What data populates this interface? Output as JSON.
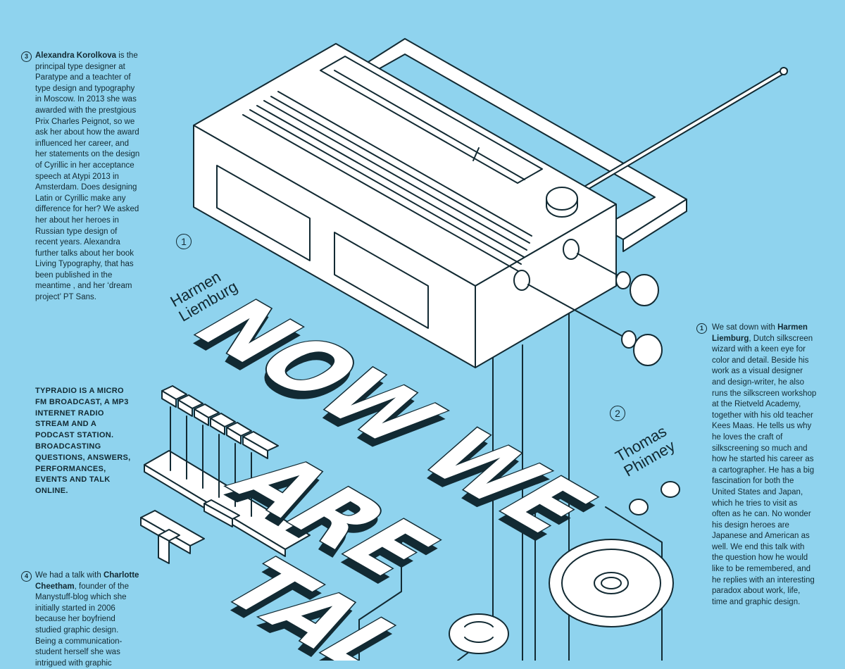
{
  "article3": {
    "number": "3",
    "name": "Alexandra Korolkova",
    "text": " is the principal type designer at Paratype and a teachter of type design and typography in Moscow. In 2013 she was awarded with the prestgious Prix Charles Peignot, so we ask her about how the award influenced her career, and her statements on the design of Cyrillic in her acceptance speech at Atypi 2013 in Amsterdam. Does designing Latin or Cyrillic make any difference for her? We asked her about her heroes in Russian type design of recent years. Alexandra further talks about her book Living Typography, that has been published in the meantime , and her ‘dream project’ PT Sans."
  },
  "intro": "TYPRADIO IS A MICRO FM BROADCAST, A MP3 INTERNET RADIO STREAM AND A PODCAST STATION. BROADCASTING QUESTIONS, ANSWERS, PERFORMANCES, EVENTS AND TALK ONLINE.",
  "article4": {
    "number": "4",
    "pre": "We had a talk with ",
    "name": "Charlotte Cheetham",
    "text": ", founder of the Manystuff-blog which she initially started in 2006 because her boyfriend studied graphic design. Being a communication-student herself she was intrigued with graphic"
  },
  "article1": {
    "number": "1",
    "pre": "We sat down with ",
    "name": "Harmen Liemburg",
    "text": ", Dutch silkscreen wizard with a keen eye for color and detail. Beside his work as a visual designer and design-writer, he also runs the silkscreen workshop at the Rietveld Academy, together with his old teacher Kees Maas. He tells us why he loves the craft of silkscreening so much and how he started his career as a cartographer. He has a big fascination for both the United States and Japan, which he tries to visit as often as he can. No wonder his design heroes are Japanese and American as well. We end this talk with the question how he would like to be remembered, and he replies with an interesting paradox about work, life, time and graphic design."
  },
  "speaker1": {
    "number": "1",
    "line1": "Harmen",
    "line2": "Liemburg"
  },
  "speaker2": {
    "number": "2",
    "line1": "Thomas",
    "line2": "Phinney"
  },
  "headline": {
    "line1": "NOW WE",
    "line2": "ARE",
    "line3": "TAL"
  },
  "colors": {
    "background": "#8fd3ee",
    "ink": "#122a33",
    "paper": "#ffffff"
  }
}
